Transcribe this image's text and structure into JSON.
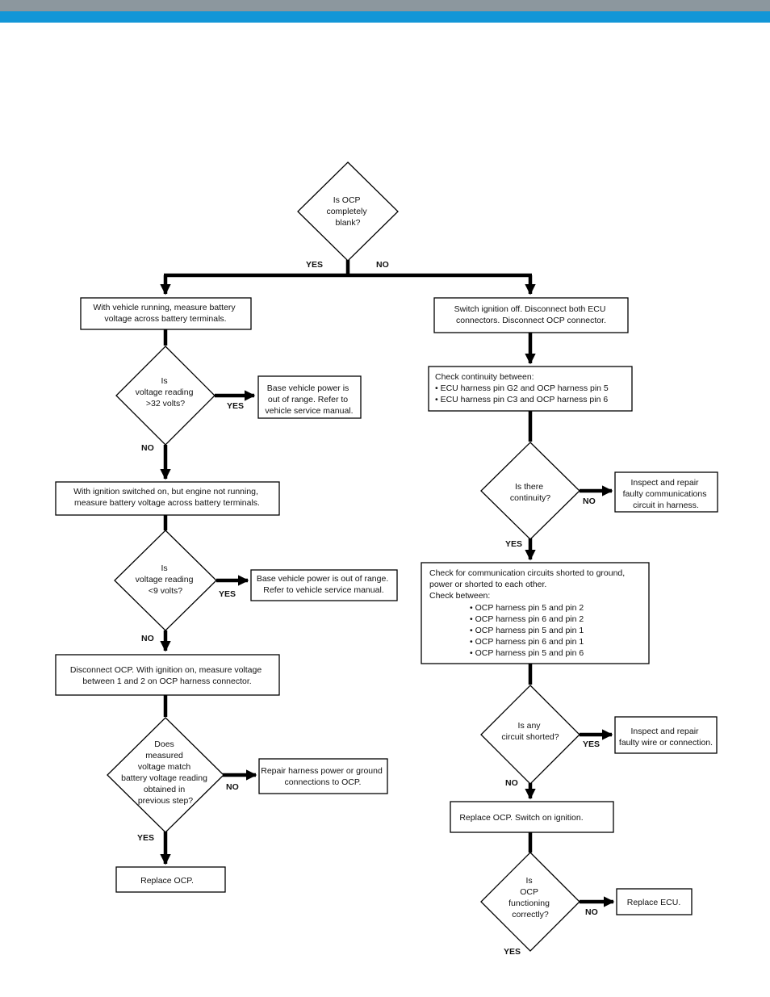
{
  "colors": {
    "header_gray": "#8c979e",
    "header_blue": "#1296d7",
    "line": "#000000"
  },
  "flow": {
    "d_blank": [
      "Is OCP",
      "completely",
      "blank?"
    ],
    "yes": "YES",
    "no": "NO",
    "b_run": [
      "With vehicle running, measure battery",
      "voltage across battery terminals."
    ],
    "d_32": [
      "Is",
      "voltage reading",
      ">32 volts?"
    ],
    "b_range1": [
      "Base vehicle power is",
      "out of range.  Refer to",
      "vehicle service manual."
    ],
    "b_ign": [
      "With ignition switched on, but engine not running,",
      "measure battery voltage across battery terminals."
    ],
    "d_9": [
      "Is",
      "voltage reading",
      "<9 volts?"
    ],
    "b_range2": [
      "Base vehicle power is out of range.",
      "Refer to vehicle service manual."
    ],
    "b_disc": [
      "Disconnect OCP.  With ignition on, measure voltage",
      "between 1 and 2 on OCP harness connector."
    ],
    "d_match": [
      "Does",
      "measured",
      "voltage match",
      "battery voltage reading",
      "obtained in",
      "previous step?"
    ],
    "b_repair_pg": [
      "Repair harness power or ground",
      "connections to OCP."
    ],
    "b_replace_ocp": "Replace OCP.",
    "b_switch_off": [
      "Switch ignition off.  Disconnect both ECU",
      "connectors.  Disconnect OCP connector."
    ],
    "b_cont": [
      "Check continuity between:",
      "• ECU harness pin G2 and OCP harness pin 5",
      "• ECU harness pin C3 and OCP harness pin 6"
    ],
    "d_cont": [
      "Is there",
      "continuity?"
    ],
    "b_inspect_comm": [
      "Inspect and repair",
      "faulty communications",
      "circuit in harness."
    ],
    "b_short": [
      "Check for communication circuits shorted to ground,",
      "power or shorted to each other.",
      "Check between:"
    ],
    "b_short_items": [
      "• OCP harness pin 5 and pin 2",
      "• OCP harness pin 6 and pin 2",
      "• OCP harness pin 5 and pin 1",
      "• OCP harness pin 6 and pin 1",
      "• OCP harness pin 5 and pin 6"
    ],
    "d_shorted": [
      "Is any",
      "circuit shorted?"
    ],
    "b_inspect_wire": [
      "Inspect and repair",
      "faulty wire or connection."
    ],
    "b_replace_switch": "Replace OCP.  Switch on ignition.",
    "d_func": [
      "Is",
      "OCP",
      "functioning",
      "correctly?"
    ],
    "b_replace_ecu": "Replace ECU."
  }
}
